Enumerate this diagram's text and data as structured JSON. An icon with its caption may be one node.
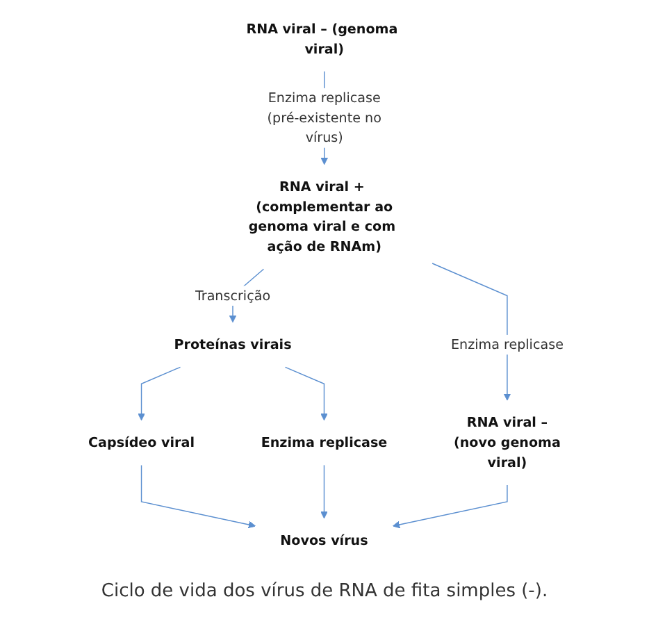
{
  "diagram": {
    "caption": "Ciclo de vida dos vírus de RNA de fita simples (-).",
    "nodes": [
      {
        "text": [
          "RNA viral – (genoma viral)"
        ]
      },
      {
        "text": [
          "RNA viral + (complementar ao genoma viral e com ação de RNAm)"
        ]
      },
      {
        "text": [
          "Proteínas virais"
        ]
      },
      {
        "text": [
          "Capsídeo viral"
        ]
      },
      {
        "text": [
          "Enzima replicase"
        ]
      },
      {
        "text": [
          "RNA viral – (novo genoma viral)"
        ]
      },
      {
        "text": [
          "Novos vírus"
        ]
      }
    ],
    "edges": [
      {
        "from": 0,
        "to": 1,
        "arrow": "to",
        "label": "Enzima replicase (pré-existente no vírus)"
      },
      {
        "from": 1,
        "to": 2,
        "arrow": "to",
        "label": "Transcrição"
      },
      {
        "from": 1,
        "to": 5,
        "arrow": "to",
        "label": "Enzima replicase"
      },
      {
        "from": 2,
        "to": 3,
        "arrow": "to"
      },
      {
        "from": 2,
        "to": 4,
        "arrow": "to"
      },
      {
        "from": 3,
        "to": 6,
        "arrow": "to"
      },
      {
        "from": 4,
        "to": 6,
        "arrow": "to"
      },
      {
        "from": 5,
        "to": 6,
        "arrow": "to"
      }
    ]
  }
}
